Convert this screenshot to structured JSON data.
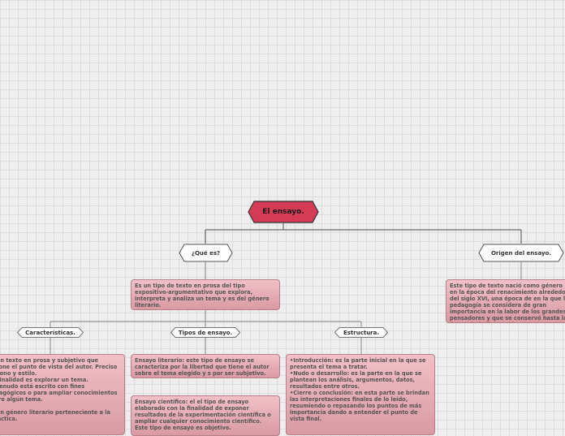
{
  "root": {
    "label": "El ensayo."
  },
  "branches": {
    "que_es": {
      "label": "¿Qué es?",
      "description": "Es un tipo de texto en prosa del tipo expositivo-argumentativo que explora, interpreta y analiza un tema y es del género literario."
    },
    "origen": {
      "label": "Origen del ensayo.",
      "description": "Este tipo de texto nació como género en la época del renacimiento alrededor del siglo XVI, una época de en la que la pedagogía se considera de gran importancia en la labor de los grandes pensadores y que se conservó hasta la época de la ilustración."
    }
  },
  "subtopics": {
    "caracteristicas": {
      "label": "Características.",
      "description": "Es un texto en prosa y subjetivo que expone el punto de vista del autor. Preciso en tono y estilo.\nSu finalidad es explorar un tema.\nA menudo está escrito con fines pedagógicos o para ampliar conocimientos sobre algún tema.\n\nEs un género literario perteneciente a la didáctica."
    },
    "tipos": {
      "label": "Tipos de ensayo.",
      "items": [
        "Ensayo literario: este tipo de ensayo se caracteriza por la libertad que tiene el autor sobre el tema elegido y s por ser subjetivo.",
        "Ensayo científico: el el tipo de ensayo elaborado con la finalidad de exponer resultados de la experimentación científica o ampliar cualquier conocimiento científico. Este tipo de ensayo es objetivo."
      ]
    },
    "estructura": {
      "label": "Estructura.",
      "description": "•Introducción: es la parte inicial en la que se presenta el tema a tratar.\n•Nudo o desarrollo: es la parte en la que se plantean los análisis, argumentos, datos, resultados entre otros.\n•Cierre o conclusión: en esta parte se brindan las interpretaciones finales de lo leído, resumiendo o repasando los puntos de más importancia dando a entender el punto de vista final."
    }
  },
  "colors": {
    "root_fill": "#d63b55",
    "node_fill": "#ffffff",
    "node_stroke": "#555555",
    "box_top": "#f2c0c7",
    "box_bottom": "#d99aa4",
    "connector": "#4d4d4d",
    "connector_light": "#9a9a9a"
  }
}
